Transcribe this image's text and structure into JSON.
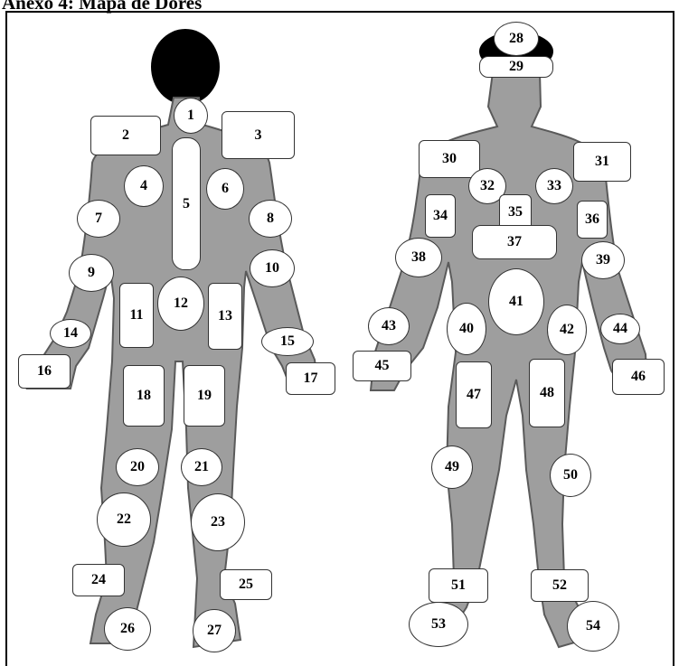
{
  "title": "Anexo 4: Mapa de Dores",
  "regions": {
    "r1": "1",
    "r2": "2",
    "r3": "3",
    "r4": "4",
    "r5": "5",
    "r6": "6",
    "r7": "7",
    "r8": "8",
    "r9": "9",
    "r10": "10",
    "r11": "11",
    "r12": "12",
    "r13": "13",
    "r14": "14",
    "r15": "15",
    "r16": "16",
    "r17": "17",
    "r18": "18",
    "r19": "19",
    "r20": "20",
    "r21": "21",
    "r22": "22",
    "r23": "23",
    "r24": "24",
    "r25": "25",
    "r26": "26",
    "r27": "27",
    "r28": "28",
    "r29": "29",
    "r30": "30",
    "r31": "31",
    "r32": "32",
    "r33": "33",
    "r34": "34",
    "r35": "35",
    "r36": "36",
    "r37": "37",
    "r38": "38",
    "r39": "39",
    "r40": "40",
    "r41": "41",
    "r42": "42",
    "r43": "43",
    "r44": "44",
    "r45": "45",
    "r46": "46",
    "r47": "47",
    "r48": "48",
    "r49": "49",
    "r50": "50",
    "r51": "51",
    "r52": "52",
    "r53": "53",
    "r54": "54"
  },
  "colors": {
    "body": "#9e9e9e",
    "hair": "#000000",
    "region_fill": "#ffffff",
    "region_border": "#333333"
  }
}
